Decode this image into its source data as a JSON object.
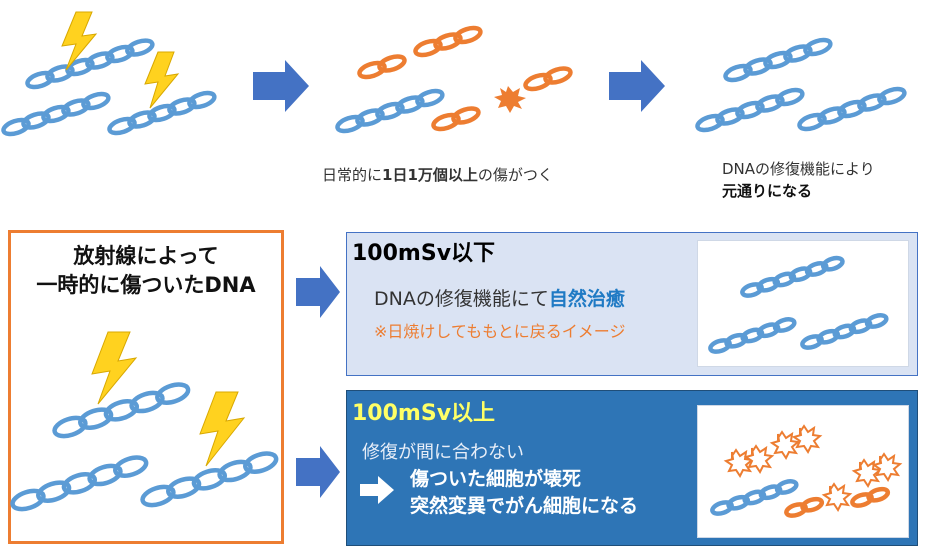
{
  "top_captions": {
    "damage": {
      "prefix": "日常的に",
      "bold": "1日1万個以上",
      "suffix": "の傷がつく"
    },
    "repair": {
      "line1": "DNAの修復機能により",
      "line2": "元通りになる"
    }
  },
  "left_panel": {
    "title_line1": "放射線によって",
    "title_line2": "一時的に傷ついたDNA"
  },
  "low_dose": {
    "title": "100mSv以下",
    "line1_prefix": "DNAの修復機能にて",
    "line1_emphasis": "自然治癒",
    "note": "※日焼けしてももとに戻るイメージ"
  },
  "high_dose": {
    "title": "100mSv以上",
    "line1": "修復が間に合わない",
    "result_line1": "傷ついた細胞が壊死",
    "result_line2": "突然変異でがん細胞になる"
  },
  "colors": {
    "dna_blue": "#5b9bd5",
    "damaged_orange": "#ed7d31",
    "arrow_blue": "#4472c4",
    "low_box_bg": "#dae3f3",
    "high_box_bg": "#2e75b6",
    "bolt_yellow": "#ffd21f"
  },
  "icons": [
    "dna-chain",
    "lightning-bolt-icon",
    "right-arrow-icon",
    "damage-burst-icon"
  ]
}
